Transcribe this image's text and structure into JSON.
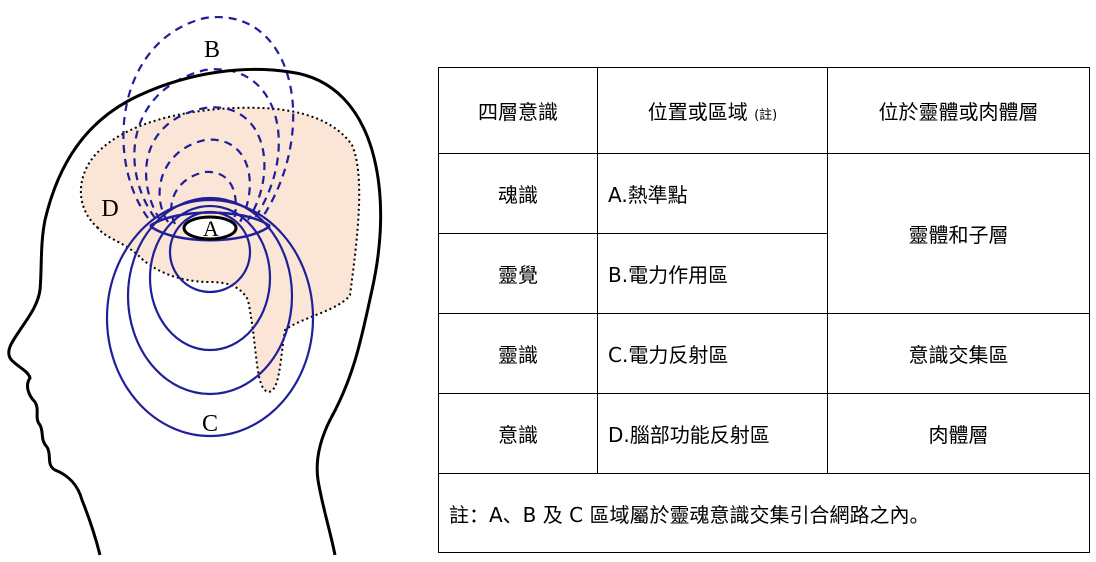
{
  "figure": {
    "labels": {
      "a": "A",
      "b": "B",
      "c": "C",
      "d": "D"
    }
  },
  "table": {
    "headers": [
      "四層意識",
      "位置或區域",
      "(註)",
      "位於靈體或肉體層"
    ],
    "rows": [
      {
        "layer": "魂識",
        "region": "A.熱準點"
      },
      {
        "layer": "靈覺",
        "region": "B.電力作用區"
      },
      {
        "layer": "靈識",
        "region": "C.電力反射區",
        "location": "意識交集區"
      },
      {
        "layer": "意識",
        "region": "D.腦部功能反射區",
        "location": "肉體層"
      }
    ],
    "merged_location": "靈體和子層",
    "note": "註：A、B 及 C 區域屬於靈魂意識交集引合網路之內。"
  },
  "colors": {
    "outline": "#000000",
    "brain_fill": "#FBE5D6",
    "field_blue": "#1F1F99"
  }
}
